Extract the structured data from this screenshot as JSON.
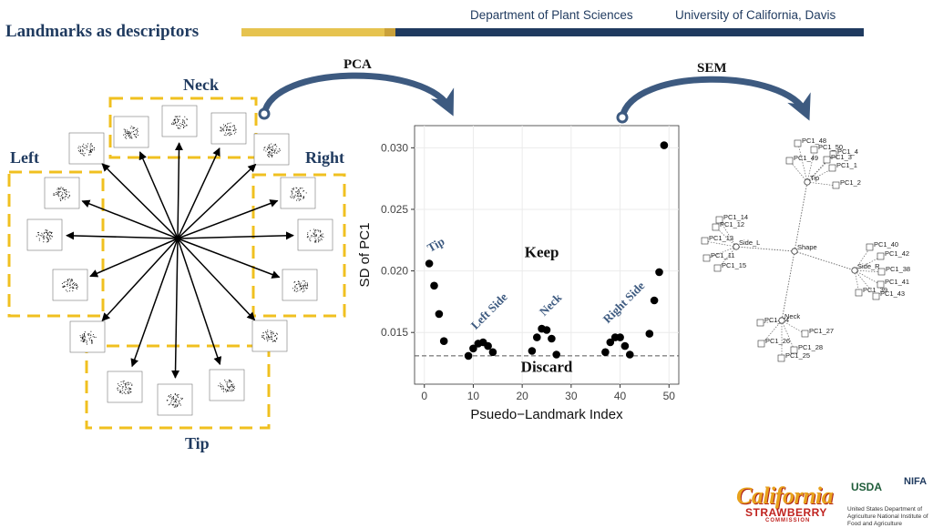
{
  "header": {
    "department": "Department of Plant Sciences",
    "university": "University of California, Davis",
    "title": "Landmarks as descriptors"
  },
  "circle_groups": {
    "neck": "Neck",
    "left": "Left",
    "right": "Right",
    "tip": "Tip"
  },
  "arrows": {
    "pca": "PCA",
    "sem": "SEM"
  },
  "chart_data": {
    "type": "scatter",
    "xlabel": "Psuedo−Landmark Index",
    "ylabel": "SD of PC1",
    "xlim": [
      -2,
      52
    ],
    "ylim": [
      0.0108,
      0.0318
    ],
    "xticks": [
      0,
      10,
      20,
      30,
      40,
      50
    ],
    "xtick_labels": [
      "0",
      "10",
      "20",
      "30",
      "40",
      "50"
    ],
    "yticks": [
      0.015,
      0.02,
      0.025,
      0.03
    ],
    "ytick_labels": [
      "0.015",
      "0.020",
      "0.025",
      "0.030"
    ],
    "grid": true,
    "threshold": 0.0131,
    "points": [
      {
        "x": 1,
        "y": 0.0206
      },
      {
        "x": 2,
        "y": 0.0188
      },
      {
        "x": 3,
        "y": 0.0165
      },
      {
        "x": 4,
        "y": 0.0143
      },
      {
        "x": 9,
        "y": 0.0131
      },
      {
        "x": 10,
        "y": 0.0137
      },
      {
        "x": 11,
        "y": 0.0141
      },
      {
        "x": 12,
        "y": 0.0142
      },
      {
        "x": 13,
        "y": 0.0139
      },
      {
        "x": 14,
        "y": 0.0134
      },
      {
        "x": 22,
        "y": 0.0135
      },
      {
        "x": 23,
        "y": 0.0146
      },
      {
        "x": 24,
        "y": 0.0153
      },
      {
        "x": 25,
        "y": 0.0152
      },
      {
        "x": 26,
        "y": 0.0145
      },
      {
        "x": 27,
        "y": 0.0132
      },
      {
        "x": 37,
        "y": 0.0134
      },
      {
        "x": 38,
        "y": 0.0142
      },
      {
        "x": 39,
        "y": 0.0146
      },
      {
        "x": 40,
        "y": 0.0146
      },
      {
        "x": 41,
        "y": 0.0139
      },
      {
        "x": 42,
        "y": 0.0132
      },
      {
        "x": 46,
        "y": 0.0149
      },
      {
        "x": 47,
        "y": 0.0176
      },
      {
        "x": 48,
        "y": 0.0199
      },
      {
        "x": 49,
        "y": 0.0302
      }
    ],
    "annotations": [
      {
        "text": "Tip",
        "x": 1.2,
        "y": 0.0215,
        "color": "#3d5a80",
        "rotate": -30
      },
      {
        "text": "Left Side",
        "x": 10.5,
        "y": 0.0152,
        "color": "#3d5a80",
        "rotate": -45
      },
      {
        "text": "Neck",
        "x": 24.5,
        "y": 0.0163,
        "color": "#3d5a80",
        "rotate": -45
      },
      {
        "text": "Right Side",
        "x": 37.5,
        "y": 0.0157,
        "color": "#3d5a80",
        "rotate": -45
      },
      {
        "text": "Keep",
        "x": 24,
        "y": 0.0211,
        "color": "#111111",
        "rotate": 0
      },
      {
        "text": "Discard",
        "x": 25,
        "y": 0.0118,
        "color": "#111111",
        "rotate": 0
      }
    ]
  },
  "sem_nodes": {
    "shape": "Shape",
    "tip": "Tip",
    "side_l": "Side_L",
    "side_r": "Side_R",
    "neck": "Neck",
    "tip_leaves": [
      "PC1_48",
      "PC1_50",
      "PC1_4",
      "PC1_49",
      "PC1_3",
      "PC1_1",
      "PC1_2"
    ],
    "side_l_leaves": [
      "PC1_14",
      "PC1_12",
      "PC1_13",
      "PC1_11",
      "PC1_15"
    ],
    "side_r_leaves": [
      "PC1_40",
      "PC1_42",
      "PC1_38",
      "PC1_41",
      "PC1_39",
      "PC1_43"
    ],
    "neck_leaves": [
      "PC1_24",
      "PC1_27",
      "PC1_26",
      "PC1_28",
      "PC1_25"
    ]
  },
  "logos": {
    "california": "California",
    "strawberry": "STRAWBERRY",
    "commission": "COMMISSION",
    "usda": "USDA",
    "nifa": "NIFA",
    "nifa_sub": "United States Department of Agriculture National Institute of Food and Agriculture"
  },
  "colors": {
    "navy": "#1f3a5f",
    "gold": "#e6c34f",
    "arrow": "#3d5a80",
    "dashed_box": "#f0c020"
  }
}
